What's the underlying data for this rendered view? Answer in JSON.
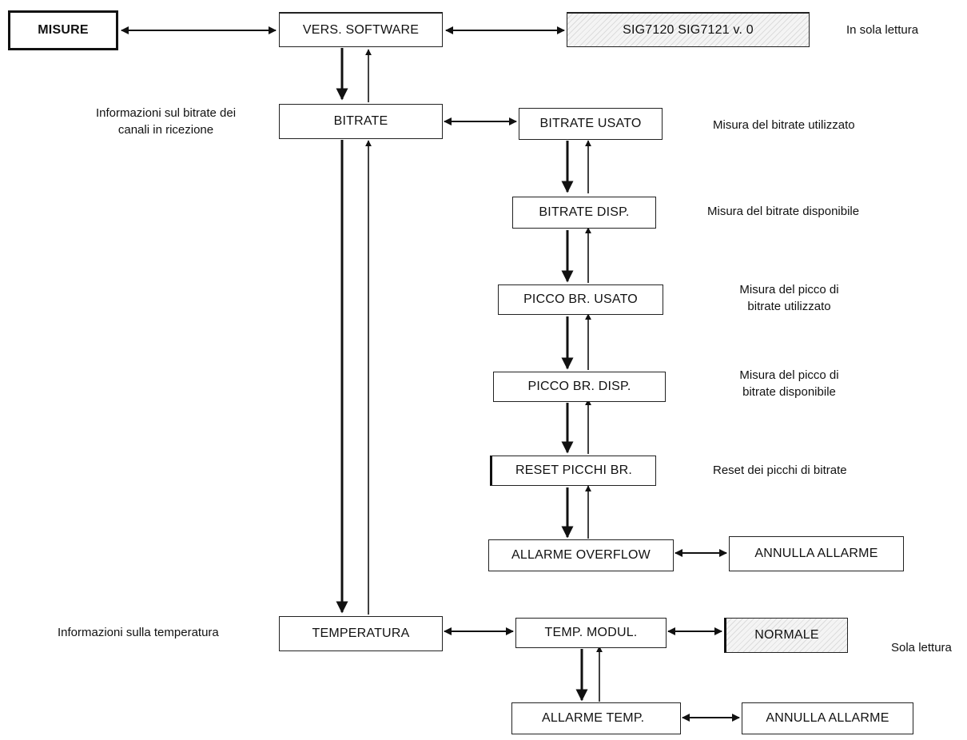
{
  "nodes": {
    "misure": "MISURE",
    "vers_software": "VERS. SOFTWARE",
    "sig_version": "SIG7120 SIG7121 v. 0",
    "bitrate": "BITRATE",
    "bitrate_usato": "BITRATE USATO",
    "bitrate_disp": "BITRATE DISP.",
    "picco_br_usato": "PICCO BR. USATO",
    "picco_br_disp": "PICCO BR. DISP.",
    "reset_picchi_br": "RESET PICCHI BR.",
    "allarme_overflow": "ALLARME OVERFLOW",
    "annulla_allarme_1": "ANNULLA ALLARME",
    "temperatura": "TEMPERATURA",
    "temp_modul": "TEMP. MODUL.",
    "normale": "NORMALE",
    "allarme_temp": "ALLARME TEMP.",
    "annulla_allarme_2": "ANNULLA ALLARME"
  },
  "notes": {
    "in_sola_lettura": "In sola lettura",
    "info_bitrate_line1": "Informazioni sul bitrate dei",
    "info_bitrate_line2": "canali in ricezione",
    "misura_bitrate_utilizzato": "Misura del bitrate utilizzato",
    "misura_bitrate_disponibile": "Misura del bitrate disponibile",
    "picco_utilizzato_line1": "Misura del picco di",
    "picco_utilizzato_line2": "bitrate utilizzato",
    "picco_disponibile_line1": "Misura del picco di",
    "picco_disponibile_line2": "bitrate disponibile",
    "reset_picchi": "Reset dei picchi di bitrate",
    "info_temperatura": "Informazioni sulla temperatura",
    "sola_lettura": "Sola lettura"
  }
}
